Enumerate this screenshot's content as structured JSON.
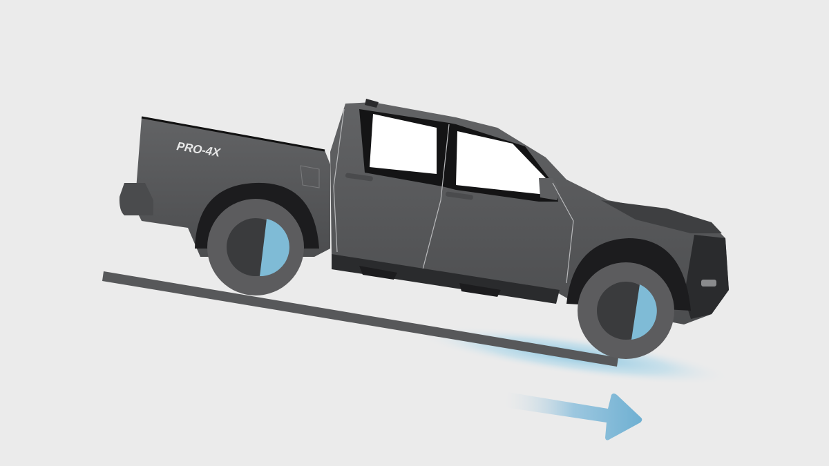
{
  "illustration": {
    "subject": "pickup truck descending slope",
    "badge_text": "PRO-4X",
    "direction": "right",
    "colors": {
      "background": "#ebebeb",
      "body": "#5a5b5d",
      "body_dark": "#3e3f41",
      "trim": "#1c1c1e",
      "tire": "#5c5c5e",
      "hub": "#3a3b3d",
      "hub_accent": "#7fbbd6",
      "window": "#ffffff",
      "ground": "#57585a",
      "arrow": "#6fb0d2",
      "glow": "#8ec9e2"
    }
  }
}
